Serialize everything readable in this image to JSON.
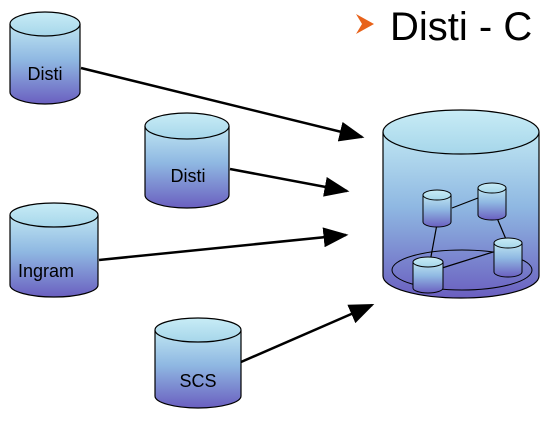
{
  "header": {
    "bullet_icon": "arrow-bullet-icon",
    "text": "Disti - C"
  },
  "sources": [
    {
      "label": "Disti"
    },
    {
      "label": "Disti"
    },
    {
      "label": "Ingram"
    },
    {
      "label": "SCS"
    }
  ],
  "target": {
    "icon": "central-database-icon"
  },
  "colors": {
    "cylinder_top": "#bfe6f2",
    "cylinder_mid": "#7fa4d6",
    "cylinder_bottom": "#6a5fc0",
    "outline": "#000000",
    "bullet": "#e8621a"
  }
}
